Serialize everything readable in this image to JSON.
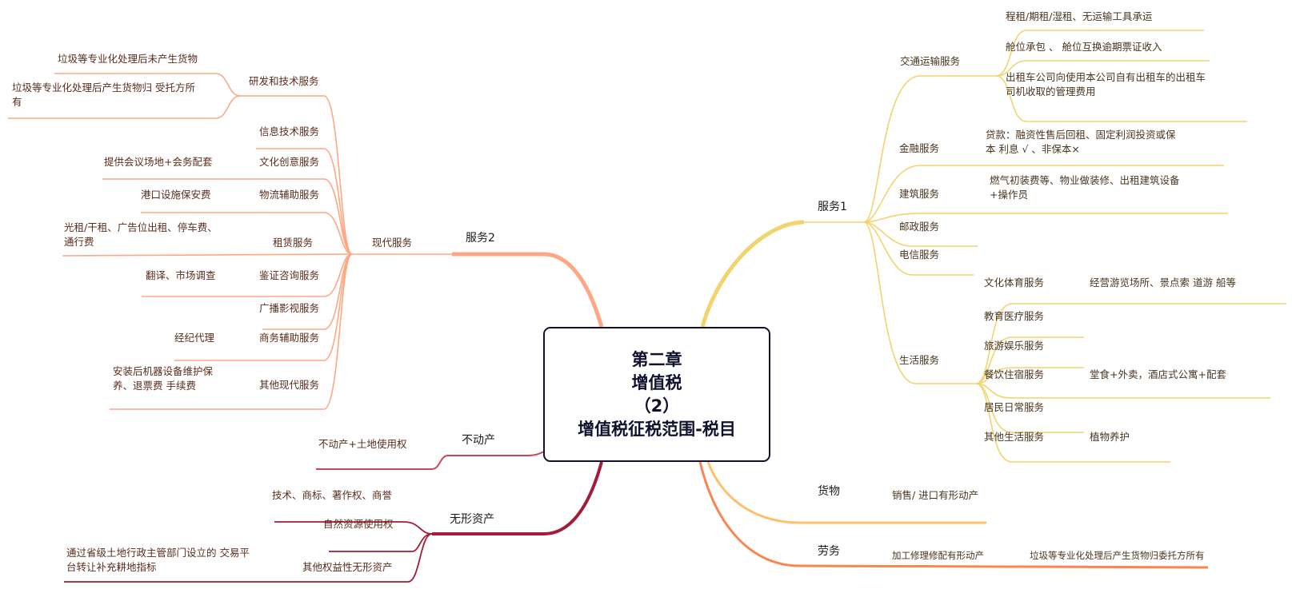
{
  "colors": {
    "service1": "#f2d46f",
    "service2": "#ffa784",
    "goods": "#ffc06e",
    "labor": "#f7874f",
    "real_estate": "#c5485a",
    "intangible": "#a21d38",
    "center_border": "#10112e"
  },
  "center": {
    "line1": "第二章",
    "line2": "增值税",
    "line3": "（2）",
    "line4": "增值税征税范围-税目"
  },
  "service1": {
    "label": "服务1",
    "transport": {
      "label": "交通运输服务",
      "items": [
        "程租/期租/湿租、无运输工具承运",
        "舱位承包 、 舱位互换逾期票证收入",
        "出租车公司向使用本公司自有出租车的出租车",
        "司机收取的管理费用"
      ]
    },
    "finance": {
      "label": "金融服务",
      "detail": [
        "贷款：融资性售后回租、固定利润投资或保",
        "本 利息 √ 、非保本×"
      ]
    },
    "construction": {
      "label": "建筑服务",
      "detail": [
        "燃气初装费等、物业做装修、出租建筑设备",
        "+操作员"
      ]
    },
    "postal": {
      "label": "邮政服务"
    },
    "telecom": {
      "label": "电信服务"
    },
    "life": {
      "label": "生活服务",
      "items": [
        {
          "label": "文化体育服务",
          "detail": "经营游览场所、景点索 道游 船等"
        },
        {
          "label": "教育医疗服务"
        },
        {
          "label": "旅游娱乐服务"
        },
        {
          "label": "餐饮住宿服务",
          "detail": "堂食+外卖，酒店式公寓+配套"
        },
        {
          "label": "居民日常服务"
        },
        {
          "label": "其他生活服务",
          "detail": "植物养护"
        }
      ]
    }
  },
  "goods": {
    "label": "货物",
    "detail": "销售/ 进口有形动产"
  },
  "labor": {
    "label": "劳务",
    "detail": "加工修理修配有形动产",
    "detail2": "垃圾等专业化处理后产生货物归委托方所有"
  },
  "service2": {
    "label": "服务2",
    "modern": {
      "label": "现代服务",
      "items": [
        {
          "label": "研发和技术服务",
          "details": [
            "垃圾等专业化处理后未产生货物",
            "垃圾等专业化处理后产生货物归 受托方所",
            "有"
          ]
        },
        {
          "label": "信息技术服务"
        },
        {
          "label": "文化创意服务",
          "detail": "提供会议场地+会务配套"
        },
        {
          "label": "物流辅助服务",
          "detail": "港口设施保安费"
        },
        {
          "label": "租赁服务",
          "detail": [
            "光租/干租、广告位出租、停车费、",
            "通行费"
          ]
        },
        {
          "label": "鉴证咨询服务",
          "detail": "翻译、市场调查"
        },
        {
          "label": "广播影视服务"
        },
        {
          "label": "商务辅助服务",
          "detail": "经纪代理"
        },
        {
          "label": "其他现代服务",
          "detail": [
            "安装后机器设备维护保",
            "养、退票费 手续费"
          ]
        }
      ]
    }
  },
  "real_estate": {
    "label": "不动产",
    "detail": "不动产+土地使用权"
  },
  "intangible": {
    "label": "无形资产",
    "items": [
      {
        "label": "技术、商标、著作权、商誉"
      },
      {
        "label": "自然资源使用权"
      },
      {
        "label": "其他权益性无形资产",
        "detail": [
          "通过省级土地行政主管部门设立的 交易平",
          "台转让补充耕地指标"
        ]
      }
    ]
  }
}
